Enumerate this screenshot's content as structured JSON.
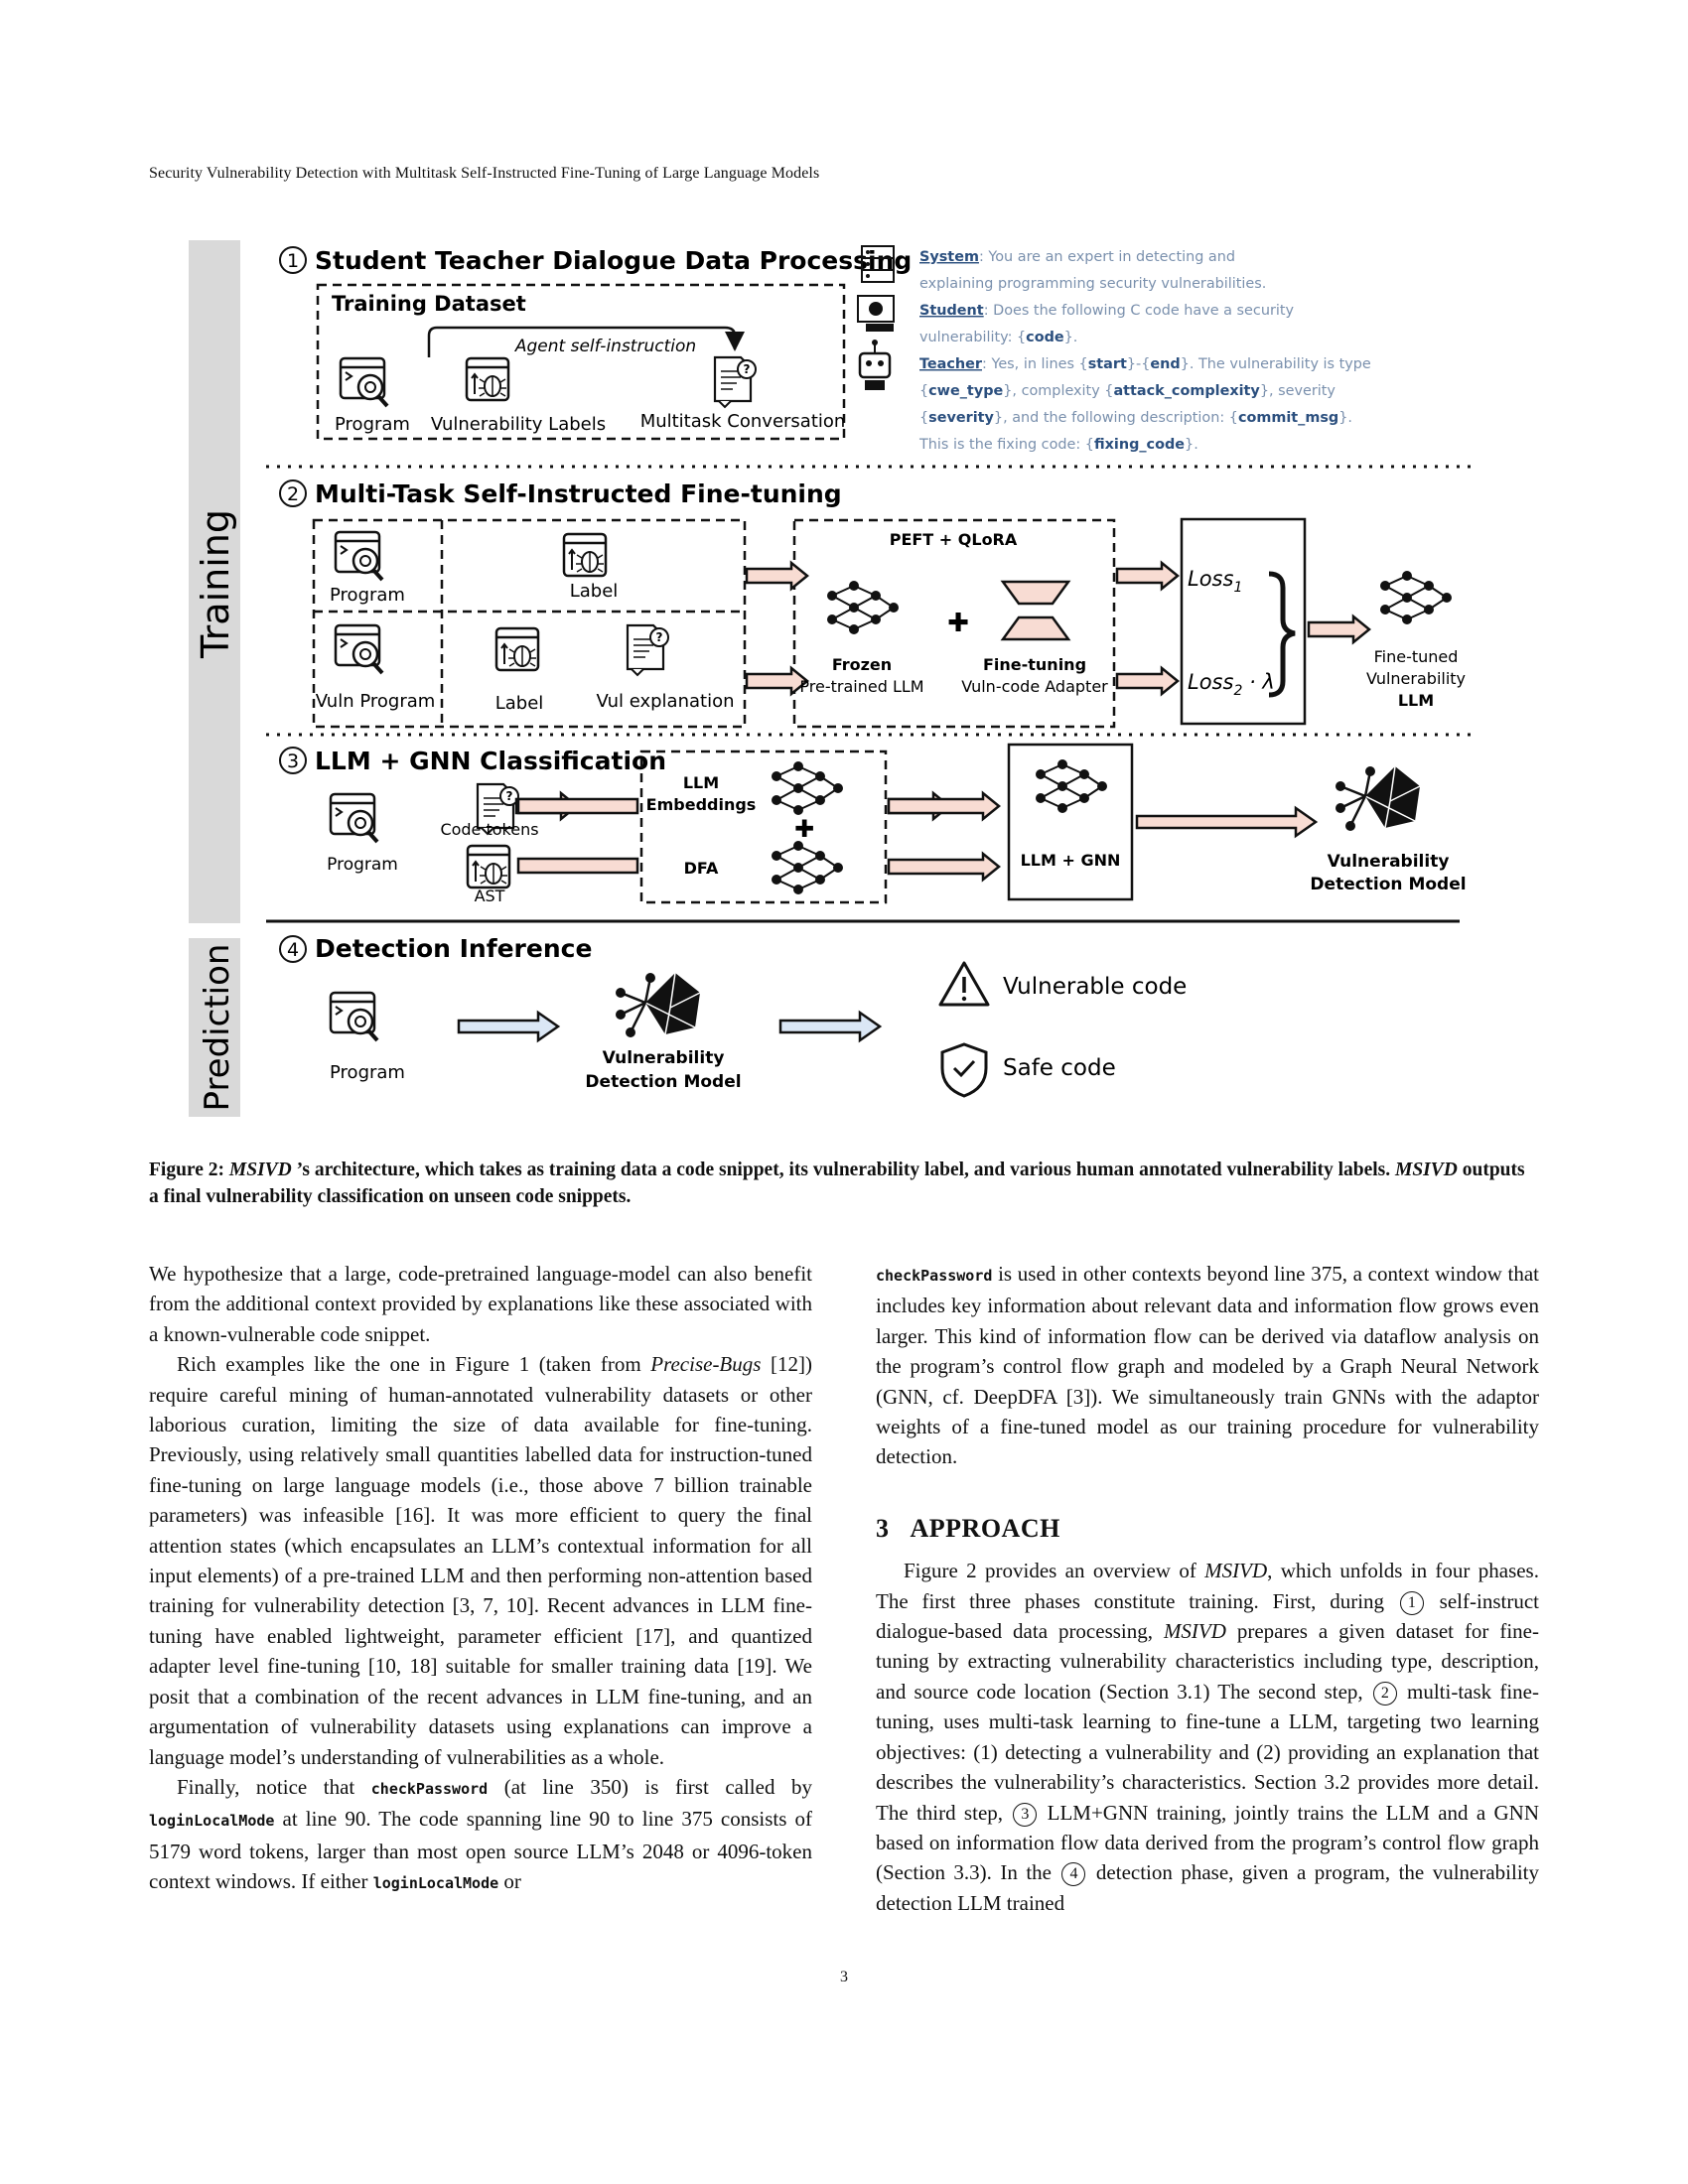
{
  "header": "Security Vulnerability Detection with Multitask Self-Instructed Fine-Tuning of Large Language Models",
  "figure": {
    "side_training": "Training",
    "side_prediction": "Prediction",
    "s1": {
      "num": "1",
      "title": "Student Teacher Dialogue Data Processing",
      "dataset_title": "Training Dataset",
      "agent": "Agent self-instruction",
      "program": "Program",
      "vuln_labels": "Vulnerability Labels",
      "multitask": "Multitask Conversation"
    },
    "dialogue": {
      "system_label": "System",
      "system_text1": ": You are an expert in detecting and",
      "system_text2": "explaining programming security vulnerabilities.",
      "student_label": "Student",
      "student_text1": ": Does the following C code have a security",
      "student_text2a": "vulnerability: {",
      "student_code": "code",
      "student_text2b": "}.",
      "teacher_label": "Teacher",
      "t1a": ": Yes, in lines {",
      "t1_start": "start",
      "t1b": "}-{",
      "t1_end": "end",
      "t1c": "}. The vulnerability is type",
      "t2a": "{",
      "t2_cwe": "cwe_type",
      "t2b": "}, complexity {",
      "t2_attack": "attack_complexity",
      "t2c": "}, severity",
      "t3a": "{",
      "t3_sev": "severity",
      "t3b": "}, and  the following description: {",
      "t3_commit": "commit_msg",
      "t3c": "}.",
      "t4a": "This is the fixing code: {",
      "t4_fix": "fixing_code",
      "t4b": "}."
    },
    "s2": {
      "num": "2",
      "title": "Multi-Task Self-Instructed Fine-tuning",
      "program": "Program",
      "label1": "Label",
      "vuln_program": "Vuln Program",
      "label2": "Label",
      "vul_expl": "Vul explanation",
      "peft": "PEFT + QLoRA",
      "frozen": "Frozen",
      "pretrained": "Pre-trained LLM",
      "finetuning": "Fine-tuning",
      "adapter": "Vuln-code Adapter",
      "loss1": "Loss",
      "loss1_sub": "1",
      "loss2": "Loss",
      "loss2_sub": "2",
      "loss2_tail": " · λ",
      "ft1": "Fine-tuned",
      "ft2": "Vulnerability",
      "ft3": "LLM"
    },
    "s3": {
      "num": "3",
      "title": "LLM + GNN Classification",
      "program": "Program",
      "code_tokens": "Code tokens",
      "ast": "AST",
      "llm": "LLM",
      "embeddings": "Embeddings",
      "dfa": "DFA",
      "llm_gnn": "LLM + GNN",
      "vdm1": "Vulnerability",
      "vdm2": "Detection Model"
    },
    "s4": {
      "num": "4",
      "title": "Detection Inference",
      "program": "Program",
      "vdm1": "Vulnerability",
      "vdm2": "Detection Model",
      "vulnerable": "Vulnerable code",
      "safe": "Safe code"
    }
  },
  "caption": {
    "prefix": "Figure 2: ",
    "name1": "MSIVD",
    "text1": " ’s architecture, which takes as training data a code snippet, its vulnerability label, and various human annotated vulnerability labels. ",
    "name2": "MSIVD",
    "text2": " outputs a final vulnerability classification on unseen code snippets."
  },
  "left": {
    "p1": "We hypothesize that a large, code-pretrained language-model can also benefit from the additional context provided by explanations like these associated with a known-vulnerable code snippet.",
    "p2a": "Rich examples like the one in Figure 1 (taken from ",
    "p2_em": "Precise-Bugs",
    "p2b": " [12]) require careful mining of human-annotated vulnerability datasets or other laborious curation, limiting the size of data available for fine-tuning. Previously, using relatively small quantities labelled data for instruction-tuned fine-tuning on large language models (i.e., those above 7 billion trainable parameters) was infeasible [16]. It was more efficient to query the final attention states (which encapsulates an LLM’s contextual information for all input elements) of a pre-trained LLM and then performing non-attention based training for vulnerability detection [3, 7, 10]. Recent advances in LLM fine-tuning have enabled lightweight, parameter efficient [17], and quantized adapter level fine-tuning [10, 18] suitable for smaller training data [19]. We posit that a combination of the recent advances in LLM fine-tuning, and an argumentation of vulnerability datasets using explanations can improve a language model’s understanding of vulnerabilities as a whole.",
    "p3a": "Finally, notice that ",
    "p3_c1": "checkPassword",
    "p3b": " (at line 350) is first called by ",
    "p3_c2": "loginLocalMode",
    "p3c": " at line 90. The code spanning line 90 to line 375 consists of 5179 word tokens, larger than most open source LLM’s 2048 or 4096-token context windows. If either ",
    "p3_c3": "loginLocalMode",
    "p3d": " or"
  },
  "right": {
    "p1_c1": "checkPassword",
    "p1": " is used in other contexts beyond line 375, a context window that includes key information about relevant data and information flow grows even larger. This kind of information flow can be derived via dataflow analysis on the program’s control flow graph and modeled by a Graph Neural Network (GNN, cf. DeepDFA [3]). We simultaneously train GNNs with the adaptor weights of a fine-tuned model as our training procedure for vulnerability detection.",
    "sec_num": "3",
    "sec_title": "APPROACH",
    "p2a": "Figure 2 provides an overview of ",
    "p2_em1": "MSIVD",
    "p2b": ", which unfolds in four phases. The first three phases constitute training. First, during ",
    "p2_n1": "1",
    "p2c": " self-instruct dialogue-based data processing, ",
    "p2_em2": "MSIVD",
    "p2d": " prepares a given dataset for fine-tuning by extracting vulnerability characteristics including type, description, and source code location (Section 3.1) The second step, ",
    "p2_n2": "2",
    "p2e": " multi-task fine-tuning, uses multi-task learning to fine-tune a LLM, targeting two learning objectives: (1) detecting a vulnerability and (2) providing an explanation that describes the vulnerability’s characteristics. Section 3.2 provides more detail. The third step, ",
    "p2_n3": "3",
    "p2f": " LLM+GNN training, jointly trains the LLM and a GNN based on information flow data derived from the program’s control flow graph (Section 3.3). In the ",
    "p2_n4": "4",
    "p2g": " detection phase, given a program, the vulnerability detection LLM trained"
  },
  "page_number": "3"
}
